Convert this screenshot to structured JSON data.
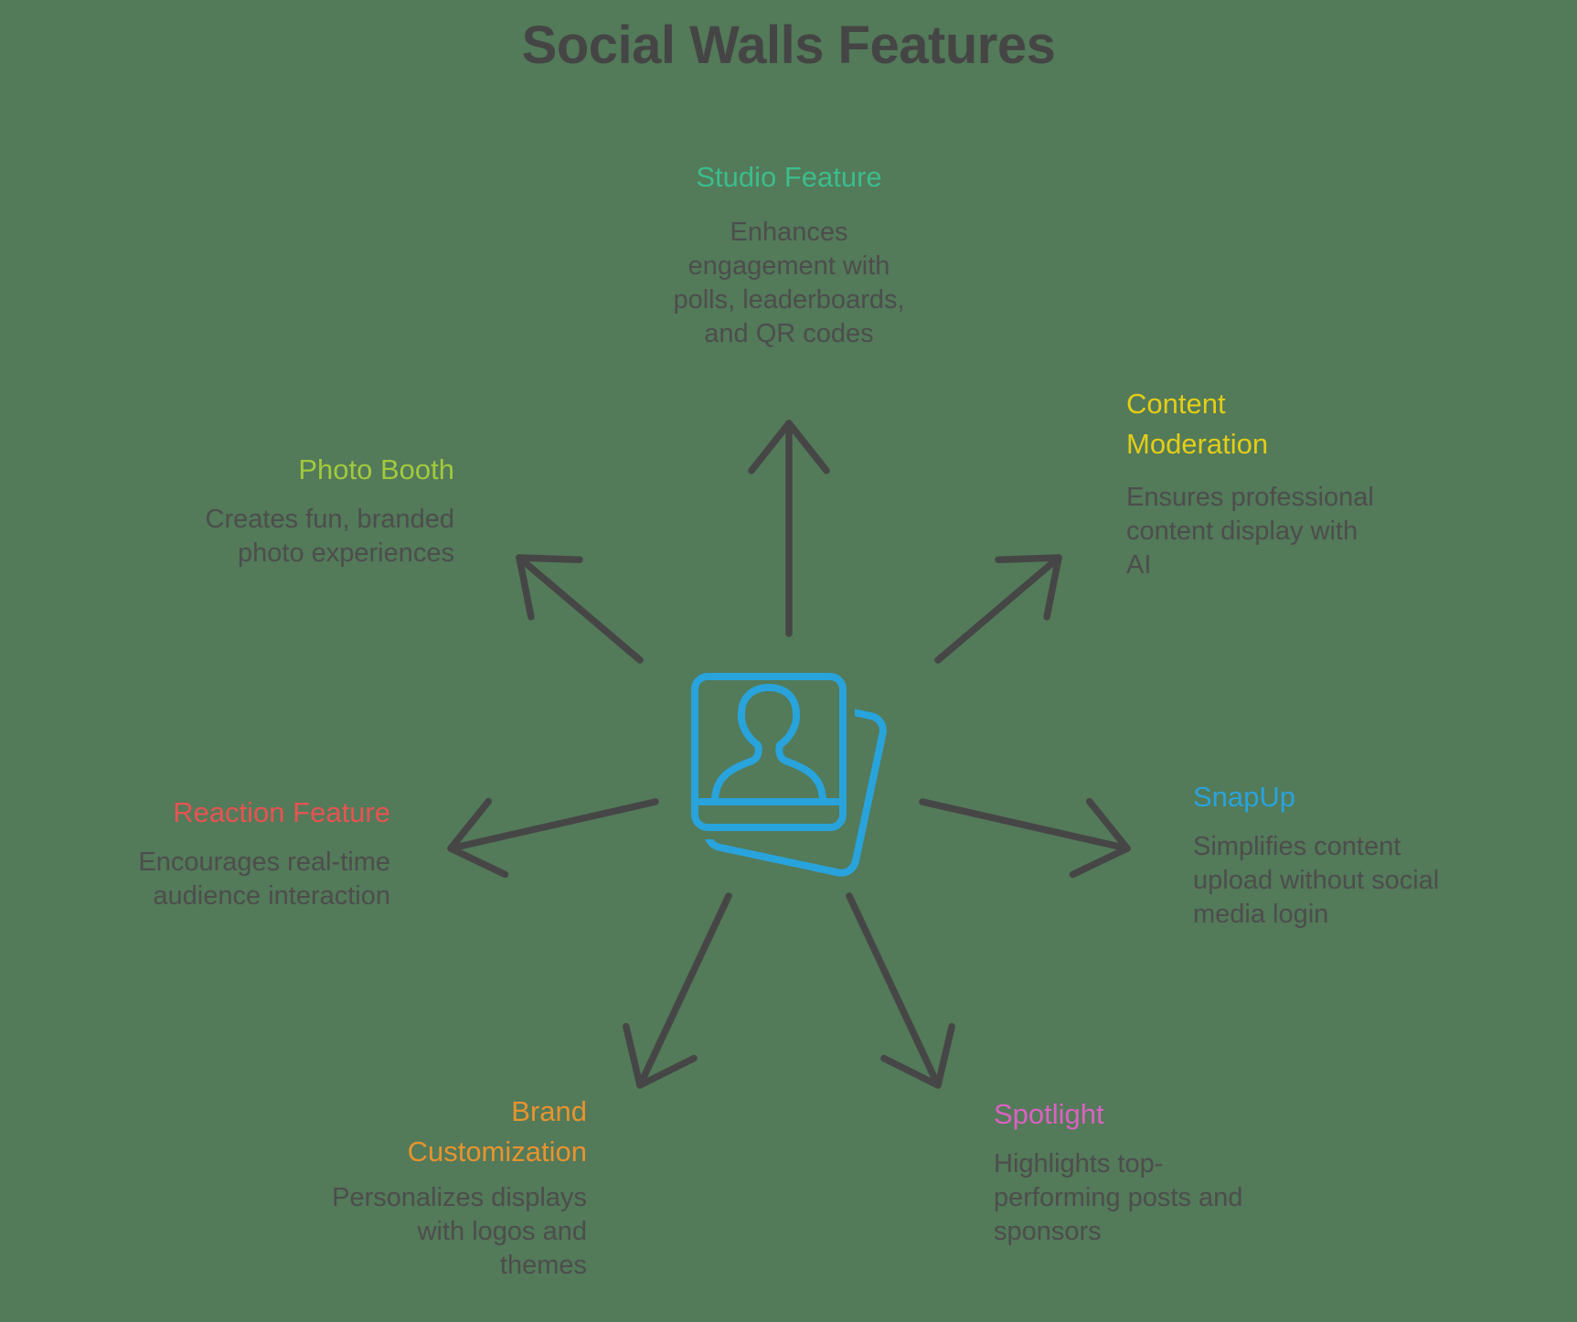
{
  "page": {
    "title": "Social Walls Features",
    "background_color": "#537a59",
    "title_color": "#454545",
    "body_text_color": "#4d4d4d"
  },
  "arrow_color": "#464646",
  "center_icon": {
    "name": "photo-stack-icon",
    "color": "#29a3dc"
  },
  "features": [
    {
      "id": "studio-feature",
      "title": "Studio Feature",
      "color": "#3bbd8c",
      "description": "Enhances\nengagement with\npolls, leaderboards,\nand QR codes"
    },
    {
      "id": "content-moderation",
      "title": "Content\nModeration",
      "color": "#e4cd16",
      "description": "Ensures professional\ncontent display with\nAI"
    },
    {
      "id": "snapup",
      "title": "SnapUp",
      "color": "#29a3dc",
      "description": "Simplifies content\nupload without social\nmedia login"
    },
    {
      "id": "spotlight",
      "title": "Spotlight",
      "color": "#dc61c2",
      "description": "Highlights top-\nperforming posts and\nsponsors"
    },
    {
      "id": "brand-customization",
      "title": "Brand\nCustomization",
      "color": "#e8932f",
      "description": "Personalizes displays\nwith logos and\nthemes"
    },
    {
      "id": "reaction-feature",
      "title": "Reaction Feature",
      "color": "#e85352",
      "description": "Encourages real-time\naudience interaction"
    },
    {
      "id": "photo-booth",
      "title": "Photo Booth",
      "color": "#a2c93c",
      "description": "Creates fun, branded\nphoto experiences"
    }
  ]
}
